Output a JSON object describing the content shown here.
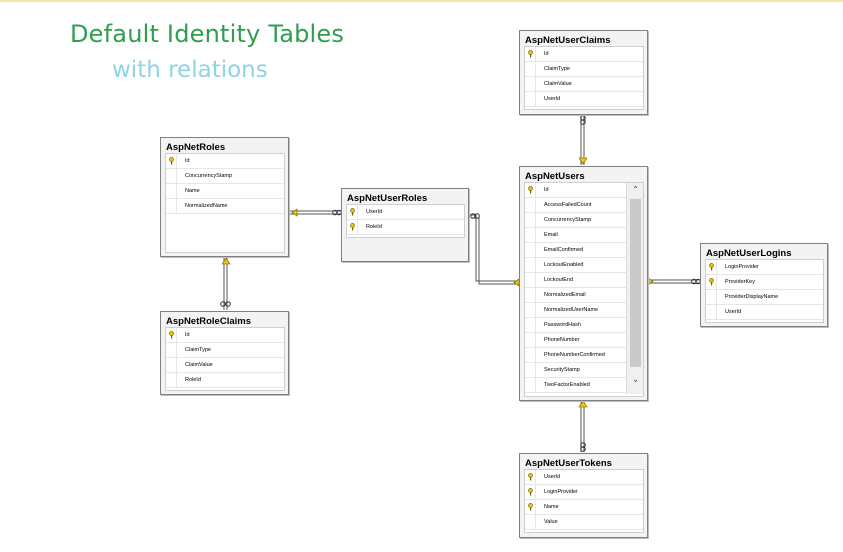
{
  "heading": {
    "title": "Default Identity Tables",
    "subtitle": "with relations"
  },
  "colors": {
    "title": "#2e9e4f",
    "subtitle": "#8fd3e6",
    "key": "#f2c400"
  },
  "tables": {
    "roles": {
      "name": "AspNetRoles",
      "columns": [
        {
          "name": "Id",
          "key": true
        },
        {
          "name": "ConcurrencyStamp",
          "key": false
        },
        {
          "name": "Name",
          "key": false
        },
        {
          "name": "NormalizedName",
          "key": false
        }
      ]
    },
    "roleClaims": {
      "name": "AspNetRoleClaims",
      "columns": [
        {
          "name": "Id",
          "key": true
        },
        {
          "name": "ClaimType",
          "key": false
        },
        {
          "name": "ClaimValue",
          "key": false
        },
        {
          "name": "RoleId",
          "key": false
        }
      ]
    },
    "userRoles": {
      "name": "AspNetUserRoles",
      "columns": [
        {
          "name": "UserId",
          "key": true
        },
        {
          "name": "RoleId",
          "key": true
        }
      ]
    },
    "userClaims": {
      "name": "AspNetUserClaims",
      "columns": [
        {
          "name": "Id",
          "key": true
        },
        {
          "name": "ClaimType",
          "key": false
        },
        {
          "name": "ClaimValue",
          "key": false
        },
        {
          "name": "UserId",
          "key": false
        }
      ]
    },
    "users": {
      "name": "AspNetUsers",
      "columns": [
        {
          "name": "Id",
          "key": true
        },
        {
          "name": "AccessFailedCount",
          "key": false
        },
        {
          "name": "ConcurrencyStamp",
          "key": false
        },
        {
          "name": "Email",
          "key": false
        },
        {
          "name": "EmailConfirmed",
          "key": false
        },
        {
          "name": "LockoutEnabled",
          "key": false
        },
        {
          "name": "LockoutEnd",
          "key": false
        },
        {
          "name": "NormalizedEmail",
          "key": false
        },
        {
          "name": "NormalizedUserName",
          "key": false
        },
        {
          "name": "PasswordHash",
          "key": false
        },
        {
          "name": "PhoneNumber",
          "key": false
        },
        {
          "name": "PhoneNumberConfirmed",
          "key": false
        },
        {
          "name": "SecurityStamp",
          "key": false
        },
        {
          "name": "TwoFactorEnabled",
          "key": false
        }
      ]
    },
    "userLogins": {
      "name": "AspNetUserLogins",
      "columns": [
        {
          "name": "LoginProvider",
          "key": true
        },
        {
          "name": "ProviderKey",
          "key": true
        },
        {
          "name": "ProviderDisplayName",
          "key": false
        },
        {
          "name": "UserId",
          "key": false
        }
      ]
    },
    "userTokens": {
      "name": "AspNetUserTokens",
      "columns": [
        {
          "name": "UserId",
          "key": true
        },
        {
          "name": "LoginProvider",
          "key": true
        },
        {
          "name": "Name",
          "key": true
        },
        {
          "name": "Value",
          "key": false
        }
      ]
    }
  }
}
